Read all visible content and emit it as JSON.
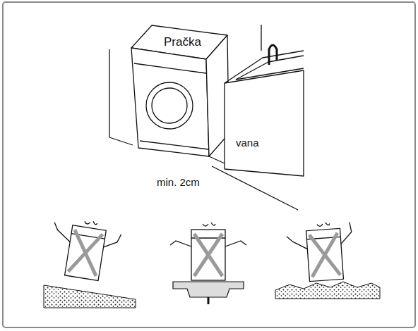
{
  "diagram": {
    "labels": [
      "Pračka",
      "vana",
      "min. 2cm"
    ]
  }
}
